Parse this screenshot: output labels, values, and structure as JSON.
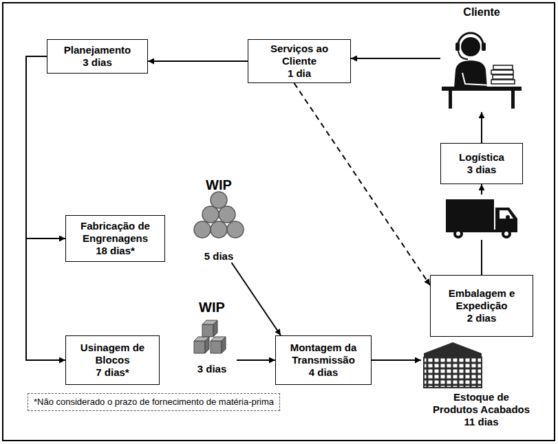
{
  "diagram": {
    "nodes": [
      {
        "text": [
          "Planejamento",
          "3 dias"
        ]
      },
      {
        "text": [
          "Serviços ao Cliente",
          "1 dia"
        ]
      },
      {
        "text": [
          "Cliente"
        ]
      },
      {
        "text": [
          "Logística",
          "3 dias"
        ]
      },
      {
        "text": [
          "Fabricação de Engrenagens",
          "18 dias*"
        ]
      },
      {
        "text": [
          "WIP",
          "5 dias"
        ]
      },
      {
        "text": [
          "Embalagem e Expedição",
          "2 dias"
        ]
      },
      {
        "text": [
          "Usinagem de Blocos",
          "7 dias*"
        ]
      },
      {
        "text": [
          "WIP",
          "3 dias"
        ]
      },
      {
        "text": [
          "Montagem da Transmissão",
          "4 dias"
        ]
      },
      {
        "text": [
          "Estoque de Produtos Acabados",
          "11 dias"
        ]
      },
      {
        "text": [
          "*Não considerado o prazo de fornecimento de matéria-prima"
        ]
      }
    ],
    "edges": [
      {
        "from": 2,
        "to": 1,
        "arrow": "to"
      },
      {
        "from": 1,
        "to": 0,
        "arrow": "to"
      },
      {
        "from": 0,
        "to": 4,
        "arrow": "to"
      },
      {
        "from": 0,
        "to": 7,
        "arrow": "to"
      },
      {
        "from": 5,
        "to": 9,
        "arrow": "to"
      },
      {
        "from": 8,
        "to": 9,
        "arrow": "to"
      },
      {
        "from": 9,
        "to": 10,
        "arrow": "to"
      },
      {
        "from": 1,
        "to": 6,
        "arrow": "to"
      },
      {
        "from": 6,
        "to": 3,
        "arrow": "to"
      },
      {
        "from": 3,
        "to": 2,
        "arrow": "to"
      }
    ]
  }
}
